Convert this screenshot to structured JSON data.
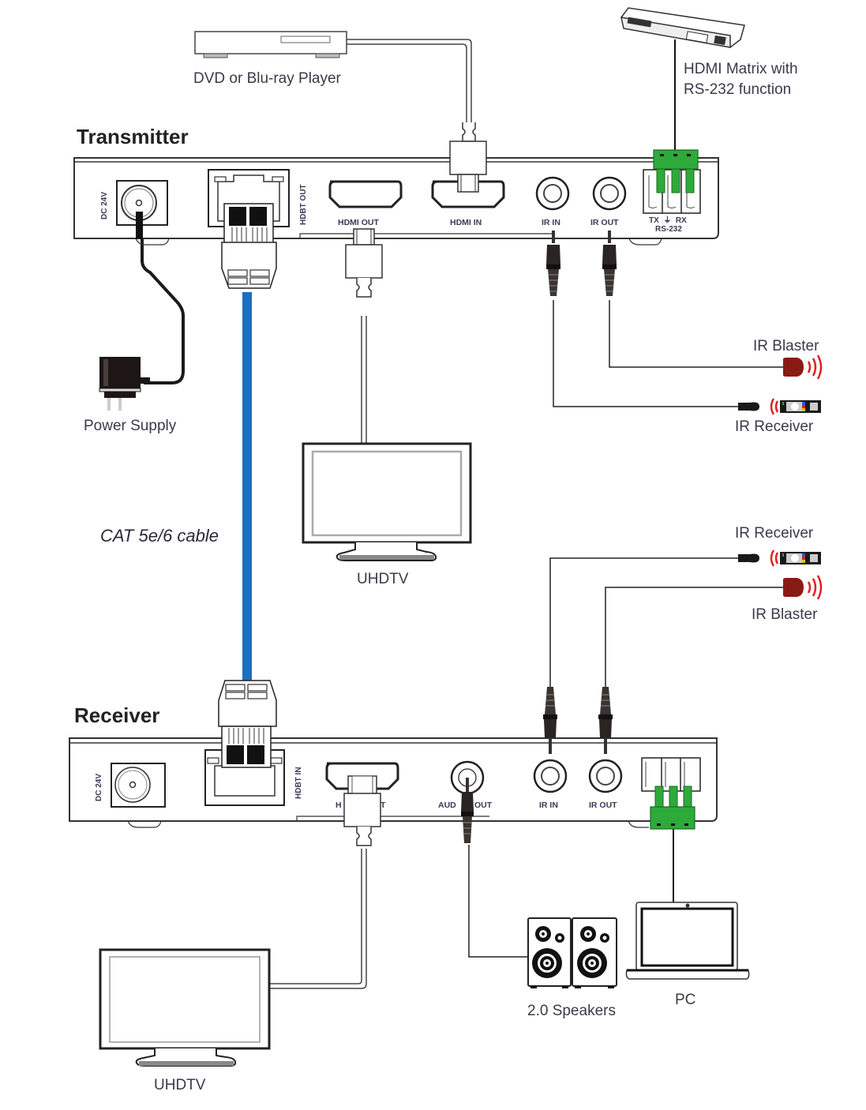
{
  "diagram": {
    "transmitter": {
      "title": "Transmitter",
      "ports": {
        "dc": "DC 24V",
        "hdbt": "HDBT OUT",
        "hdmi_out": "HDMI OUT",
        "hdmi_in": "HDMI IN",
        "ir_in": "IR IN",
        "ir_out": "IR OUT",
        "rs232_pins": "TX  ⏚  RX",
        "rs232": "RS-232"
      }
    },
    "receiver": {
      "title": "Receiver",
      "ports": {
        "dc": "DC 24V",
        "hdbt": "HDBT IN",
        "hdmi_out_left": "H",
        "hdmi_out_right": "T",
        "audio_out_left": "AUD",
        "audio_out_right": "OUT",
        "ir_in": "IR IN",
        "ir_out": "IR OUT"
      }
    },
    "devices": {
      "dvd_player": "DVD or Blu-ray Player",
      "hdmi_matrix_line1": "HDMI Matrix with",
      "hdmi_matrix_line2": "RS-232 function",
      "power_supply": "Power Supply",
      "tx_uhdtv": "UHDTV",
      "tx_ir_blaster": "IR Blaster",
      "tx_ir_receiver": "IR Receiver",
      "rx_ir_receiver": "IR Receiver",
      "rx_ir_blaster": "IR Blaster",
      "rx_uhdtv": "UHDTV",
      "speakers": "2.0 Speakers",
      "pc": "PC"
    },
    "cable": {
      "label": "CAT 5e/6 cable",
      "color": "#1a6fc0"
    },
    "colors": {
      "terminal_green": "#2eaa3a",
      "ir_red": "#e02020",
      "blaster_body": "#8a1a14",
      "port_label": "#3a3a5a"
    }
  }
}
